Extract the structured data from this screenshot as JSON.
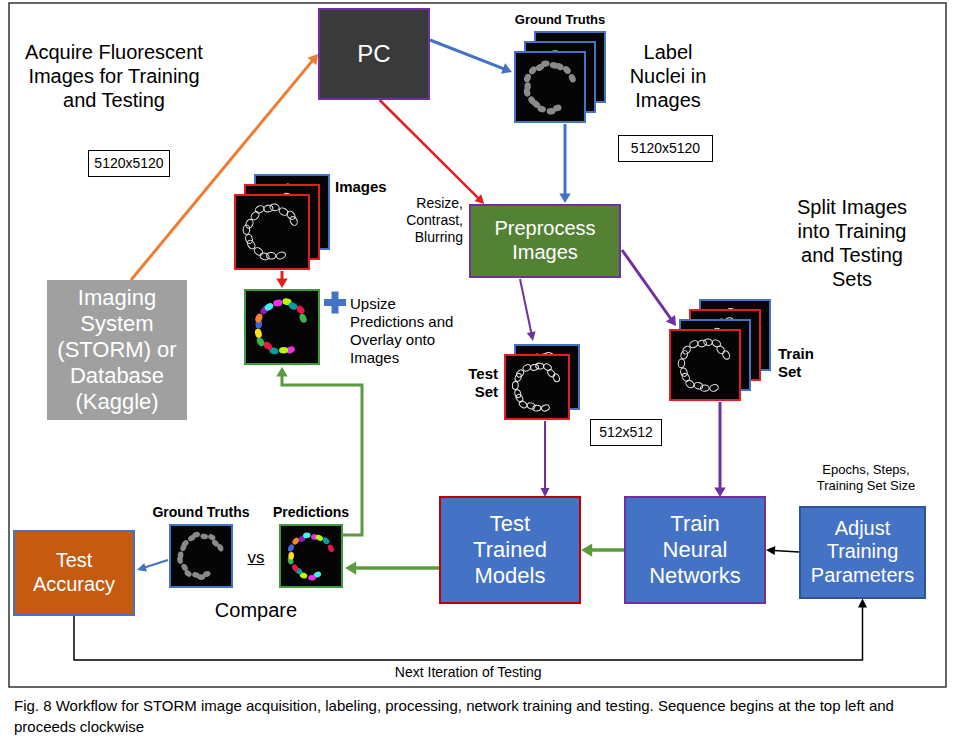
{
  "diagram": {
    "caption": "Fig. 8 Workflow for STORM image acquisition, labeling, processing, network training and testing. Sequence begins at the top left and proceeds clockwise",
    "nodes": [
      {
        "text": [
          "PC"
        ]
      },
      {
        "text": [
          "5120x5120"
        ]
      },
      {
        "text": [
          "Imaging System (STORM) or Database (Kaggle)"
        ]
      },
      {
        "text": [
          "Preprocess Images"
        ]
      },
      {
        "text": [
          "5120x5120"
        ]
      },
      {
        "text": [
          "512x512"
        ]
      },
      {
        "text": [
          "Test Accuracy"
        ]
      },
      {
        "text": [
          "Test Trained Models"
        ]
      },
      {
        "text": [
          "Train Neural Networks"
        ]
      },
      {
        "text": [
          "Adjust Training Parameters"
        ]
      }
    ],
    "edges": [
      {
        "from": 2,
        "to": 0,
        "arrow": "to"
      },
      {
        "from": 0,
        "to": 3,
        "arrow": "to"
      },
      {
        "from": 8,
        "to": 7,
        "arrow": "to"
      },
      {
        "from": 9,
        "to": 8,
        "arrow": "to"
      },
      {
        "from": 6,
        "to": 9,
        "label": "Next Iteration of Testing",
        "arrow": "to"
      }
    ],
    "labels": [
      "Acquire Fluorescent Images for Training and Testing",
      "Images",
      "Ground Truths",
      "Label Nuclei in Images",
      "Resize, Contrast, Blurring",
      "Upsize Predictions and Overlay onto Images",
      "Split Images into Training and Testing Sets",
      "Test Set",
      "Train Set",
      "Epochs, Steps, Training Set Size",
      "Ground Truths",
      "Predictions",
      "vs",
      "Compare"
    ]
  }
}
